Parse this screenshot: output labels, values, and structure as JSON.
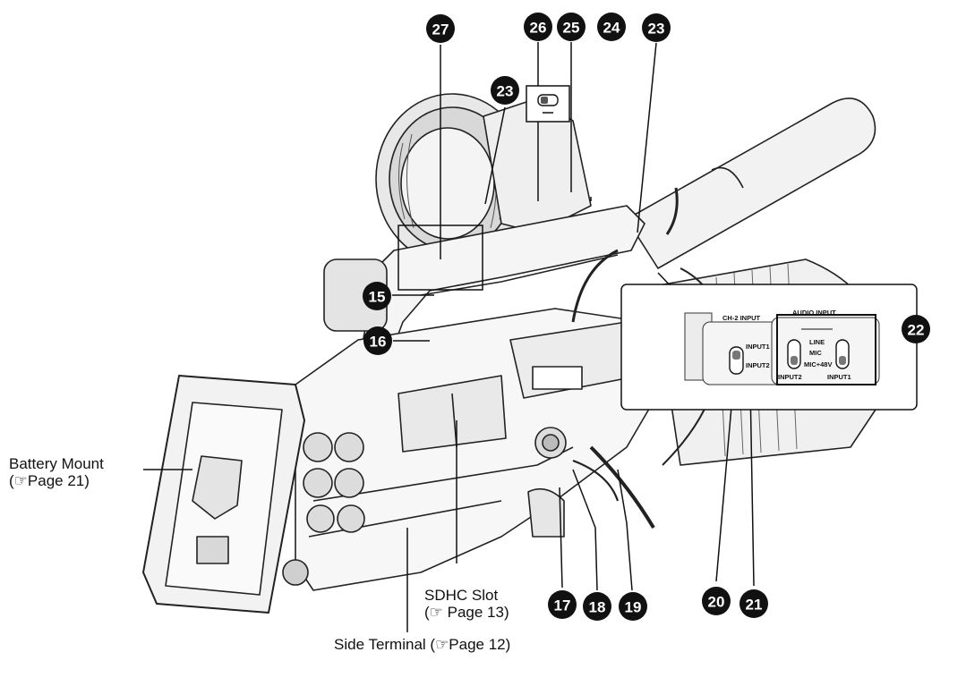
{
  "callouts": [
    {
      "id": "c27",
      "number": "27"
    },
    {
      "id": "c26",
      "number": "26"
    },
    {
      "id": "c25",
      "number": "25"
    },
    {
      "id": "c24",
      "number": "24"
    },
    {
      "id": "c23a",
      "number": "23"
    },
    {
      "id": "c23b",
      "number": "23"
    },
    {
      "id": "c22",
      "number": "22"
    },
    {
      "id": "c15",
      "number": "15"
    },
    {
      "id": "c16",
      "number": "16"
    },
    {
      "id": "c17",
      "number": "17"
    },
    {
      "id": "c18",
      "number": "18"
    },
    {
      "id": "c19",
      "number": "19"
    },
    {
      "id": "c20",
      "number": "20"
    },
    {
      "id": "c21",
      "number": "21"
    }
  ],
  "labels": {
    "battery_mount": {
      "line1": "Battery Mount",
      "line2": "(☞Page 21)"
    },
    "sdhc_slot": {
      "line1": "SDHC Slot",
      "line2": "(☞ Page 13)"
    },
    "side_terminal": {
      "line1": "Side Terminal (☞Page 12)"
    }
  },
  "inset": {
    "ch2_input_title": "CH-2 INPUT",
    "audio_input_title": "AUDIO INPUT",
    "input1": "INPUT1",
    "input2": "INPUT2",
    "line": "LINE",
    "mic": "MIC",
    "mic48": "MIC+48V",
    "input2_bottom": "INPUT2",
    "input1_bottom": "INPUT1"
  }
}
